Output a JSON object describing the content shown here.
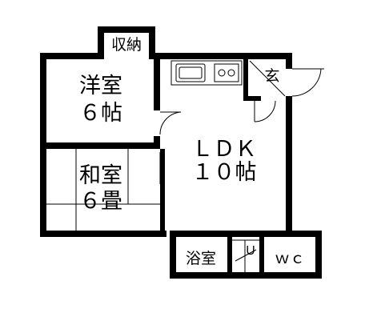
{
  "rooms": {
    "storage": "収納",
    "western": "洋室",
    "western_size": "６帖",
    "japanese": "和室",
    "japanese_size": "６畳",
    "ldk": "ＬＤＫ",
    "ldk_size": "１０帖",
    "entrance": "玄",
    "bath": "浴室",
    "ut": "Ｕ",
    "wc": "ｗｃ"
  },
  "colors": {
    "wall": "#000000",
    "background": "#ffffff"
  }
}
